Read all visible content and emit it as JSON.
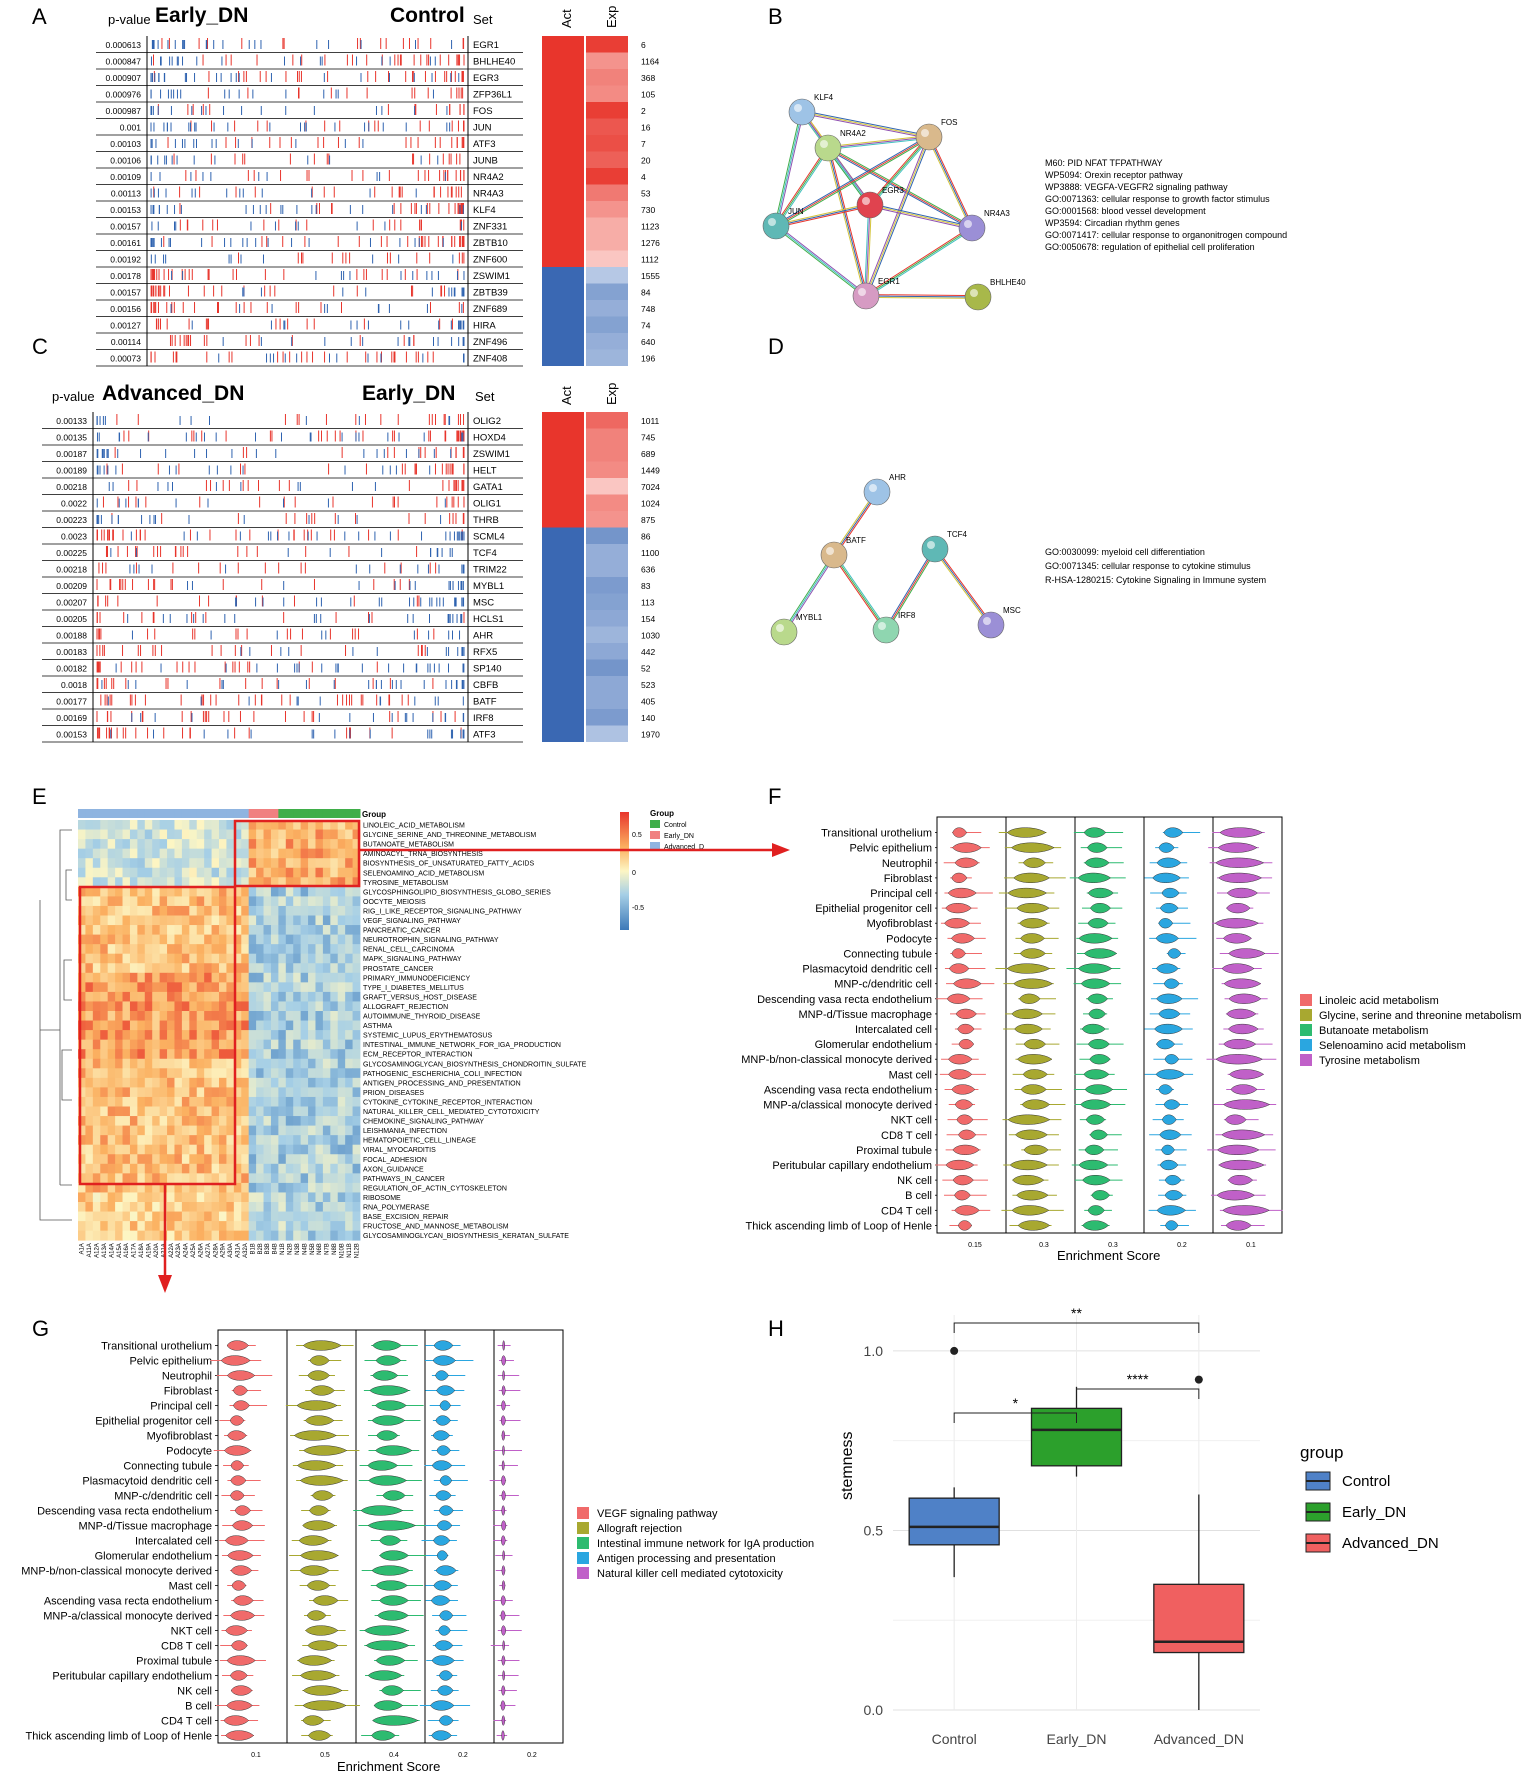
{
  "panelA": {
    "letter": "A",
    "pvalue_label": "p-value",
    "left_group": "Early_DN",
    "right_group": "Control",
    "set_label": "Set",
    "act_label": "Act",
    "exp_label": "Exp",
    "rows": [
      {
        "p": "0.000613",
        "gene": "EGR1",
        "size": "6",
        "act": "up",
        "exp": 0.95
      },
      {
        "p": "0.000847",
        "gene": "BHLHE40",
        "size": "1164",
        "act": "up",
        "exp": 0.45
      },
      {
        "p": "0.000907",
        "gene": "EGR3",
        "size": "368",
        "act": "up",
        "exp": 0.55
      },
      {
        "p": "0.000976",
        "gene": "ZFP36L1",
        "size": "105",
        "act": "up",
        "exp": 0.5
      },
      {
        "p": "0.000987",
        "gene": "FOS",
        "size": "2",
        "act": "up",
        "exp": 0.95
      },
      {
        "p": "0.001",
        "gene": "JUN",
        "size": "16",
        "act": "up",
        "exp": 0.8
      },
      {
        "p": "0.00103",
        "gene": "ATF3",
        "size": "7",
        "act": "up",
        "exp": 0.85
      },
      {
        "p": "0.00106",
        "gene": "JUNB",
        "size": "20",
        "act": "up",
        "exp": 0.75
      },
      {
        "p": "0.00109",
        "gene": "NR4A2",
        "size": "4",
        "act": "up",
        "exp": 0.95
      },
      {
        "p": "0.00113",
        "gene": "NR4A3",
        "size": "53",
        "act": "up",
        "exp": 0.6
      },
      {
        "p": "0.00153",
        "gene": "KLF4",
        "size": "730",
        "act": "up",
        "exp": 0.45
      },
      {
        "p": "0.00157",
        "gene": "ZNF331",
        "size": "1123",
        "act": "up",
        "exp": 0.3
      },
      {
        "p": "0.00161",
        "gene": "ZBTB10",
        "size": "1276",
        "act": "up",
        "exp": 0.3
      },
      {
        "p": "0.00192",
        "gene": "ZNF600",
        "size": "1112",
        "act": "up",
        "exp": 0.15
      },
      {
        "p": "0.00178",
        "gene": "ZSWIM1",
        "size": "1555",
        "act": "down",
        "exp": 0.25
      },
      {
        "p": "0.00157",
        "gene": "ZBTB39",
        "size": "84",
        "act": "down",
        "exp": 0.55
      },
      {
        "p": "0.00156",
        "gene": "ZNF689",
        "size": "748",
        "act": "down",
        "exp": 0.45
      },
      {
        "p": "0.00127",
        "gene": "HIRA",
        "size": "74",
        "act": "down",
        "exp": 0.55
      },
      {
        "p": "0.00114",
        "gene": "ZNF496",
        "size": "640",
        "act": "down",
        "exp": 0.45
      },
      {
        "p": "0.00073",
        "gene": "ZNF408",
        "size": "196",
        "act": "down",
        "exp": 0.4
      }
    ]
  },
  "panelB": {
    "letter": "B",
    "nodes": [
      {
        "label": "KLF4",
        "color": "#9ec3e6"
      },
      {
        "label": "NR4A2",
        "color": "#b9d98c"
      },
      {
        "label": "FOS",
        "color": "#d9b98c"
      },
      {
        "label": "EGR3",
        "color": "#e0434f"
      },
      {
        "label": "JUN",
        "color": "#5fb8b5"
      },
      {
        "label": "NR4A3",
        "color": "#9b8fd6"
      },
      {
        "label": "EGR1",
        "color": "#d69bc3"
      },
      {
        "label": "BHLHE40",
        "color": "#a8b84a"
      }
    ],
    "terms": [
      "M60: PID NFAT TFPATHWAY",
      "WP5094: Orexin receptor pathway",
      "WP3888: VEGFA-VEGFR2 signaling pathway",
      "GO:0071363: cellular response to growth factor stimulus",
      "GO:0001568: blood vessel development",
      "WP3594: Circadian rhythm genes",
      "GO:0071417: cellular response to organonitrogen compound",
      "GO:0050678: regulation of epithelial cell proliferation"
    ]
  },
  "panelC": {
    "letter": "C",
    "pvalue_label": "p-value",
    "left_group": "Advanced_DN",
    "right_group": "Early_DN",
    "set_label": "Set",
    "act_label": "Act",
    "exp_label": "Exp",
    "rows": [
      {
        "p": "0.00133",
        "gene": "OLIG2",
        "size": "1011",
        "act": "up",
        "exp": 0.7
      },
      {
        "p": "0.00135",
        "gene": "HOXD4",
        "size": "745",
        "act": "up",
        "exp": 0.55
      },
      {
        "p": "0.00187",
        "gene": "ZSWIM1",
        "size": "689",
        "act": "up",
        "exp": 0.55
      },
      {
        "p": "0.00189",
        "gene": "HELT",
        "size": "1449",
        "act": "up",
        "exp": 0.5
      },
      {
        "p": "0.00218",
        "gene": "GATA1",
        "size": "7024",
        "act": "up",
        "exp": 0.15
      },
      {
        "p": "0.0022",
        "gene": "OLIG1",
        "size": "1024",
        "act": "up",
        "exp": 0.5
      },
      {
        "p": "0.00223",
        "gene": "THRB",
        "size": "875",
        "act": "up",
        "exp": 0.45
      },
      {
        "p": "0.0023",
        "gene": "SCML4",
        "size": "86",
        "act": "down",
        "exp": 0.65
      },
      {
        "p": "0.00225",
        "gene": "TCF4",
        "size": "1100",
        "act": "down",
        "exp": 0.45
      },
      {
        "p": "0.00218",
        "gene": "TRIM22",
        "size": "636",
        "act": "down",
        "exp": 0.45
      },
      {
        "p": "0.00209",
        "gene": "MYBL1",
        "size": "83",
        "act": "down",
        "exp": 0.6
      },
      {
        "p": "0.00207",
        "gene": "MSC",
        "size": "113",
        "act": "down",
        "exp": 0.55
      },
      {
        "p": "0.00205",
        "gene": "HCLS1",
        "size": "154",
        "act": "down",
        "exp": 0.5
      },
      {
        "p": "0.00188",
        "gene": "AHR",
        "size": "1030",
        "act": "down",
        "exp": 0.4
      },
      {
        "p": "0.00183",
        "gene": "RFX5",
        "size": "442",
        "act": "down",
        "exp": 0.5
      },
      {
        "p": "0.00182",
        "gene": "SP140",
        "size": "52",
        "act": "down",
        "exp": 0.65
      },
      {
        "p": "0.0018",
        "gene": "CBFB",
        "size": "523",
        "act": "down",
        "exp": 0.5
      },
      {
        "p": "0.00177",
        "gene": "BATF",
        "size": "405",
        "act": "down",
        "exp": 0.5
      },
      {
        "p": "0.00169",
        "gene": "IRF8",
        "size": "140",
        "act": "down",
        "exp": 0.6
      },
      {
        "p": "0.00153",
        "gene": "ATF3",
        "size": "1970",
        "act": "down",
        "exp": 0.3
      }
    ]
  },
  "panelD": {
    "letter": "D",
    "nodes": [
      {
        "label": "AHR",
        "color": "#9ec3e6"
      },
      {
        "label": "BATF",
        "color": "#d9b98c"
      },
      {
        "label": "TCF4",
        "color": "#5fb8b5"
      },
      {
        "label": "MYBL1",
        "color": "#b9d98c"
      },
      {
        "label": "IRF8",
        "color": "#8fd6b0"
      },
      {
        "label": "MSC",
        "color": "#9b8fd6"
      }
    ],
    "terms": [
      "GO:0030099: myeloid cell differentiation",
      "GO:0071345: cellular response to cytokine stimulus",
      "R-HSA-1280215: Cytokine Signaling in Immune system"
    ]
  },
  "panelE": {
    "letter": "E",
    "group_title": "Group",
    "legend_title": "Group",
    "legend_items": [
      {
        "label": "Control",
        "color": "#3fae49"
      },
      {
        "label": "Early_DN",
        "color": "#f08080"
      },
      {
        "label": "Advanced_D",
        "color": "#8fb4e0"
      }
    ],
    "scale_ticks": [
      "0.5",
      "0",
      "-0.5"
    ],
    "column_labels": [
      "A1A",
      "A11A",
      "A12A",
      "A13A",
      "A14A",
      "A15A",
      "A16A",
      "A17A",
      "A18A",
      "A19A",
      "A20A",
      "A21A",
      "A22A",
      "A23A",
      "A24A",
      "A25A",
      "A26A",
      "A27A",
      "A28A",
      "A29A",
      "A30A",
      "A31A",
      "A32A",
      "B1B",
      "B2B",
      "B3B",
      "B4B",
      "N1B",
      "N2B",
      "N3B",
      "N4B",
      "N5B",
      "N6B",
      "N7B",
      "N8B",
      "N10B",
      "N11B",
      "N12B"
    ],
    "pathways": [
      "LINOLEIC_ACID_METABOLISM",
      "GLYCINE_SERINE_AND_THREONINE_METABOLISM",
      "BUTANOATE_METABOLISM",
      "AMINOACYL_TRNA_BIOSYNTHESIS",
      "BIOSYNTHESIS_OF_UNSATURATED_FATTY_ACIDS",
      "SELENOAMINO_ACID_METABOLISM",
      "TYROSINE_METABOLISM",
      "GLYCOSPHINGOLIPID_BIOSYNTHESIS_GLOBO_SERIES",
      "OOCYTE_MEIOSIS",
      "RIG_I_LIKE_RECEPTOR_SIGNALING_PATHWAY",
      "VEGF_SIGNALING_PATHWAY",
      "PANCREATIC_CANCER",
      "NEUROTROPHIN_SIGNALING_PATHWAY",
      "RENAL_CELL_CARCINOMA",
      "MAPK_SIGNALING_PATHWAY",
      "PROSTATE_CANCER",
      "PRIMARY_IMMUNODEFICIENCY",
      "TYPE_I_DIABETES_MELLITUS",
      "GRAFT_VERSUS_HOST_DISEASE",
      "ALLOGRAFT_REJECTION",
      "AUTOIMMUNE_THYROID_DISEASE",
      "ASTHMA",
      "SYSTEMIC_LUPUS_ERYTHEMATOSUS",
      "INTESTINAL_IMMUNE_NETWORK_FOR_IGA_PRODUCTION",
      "ECM_RECEPTOR_INTERACTION",
      "GLYCOSAMINOGLYCAN_BIOSYNTHESIS_CHONDROITIN_SULFATE",
      "PATHOGENIC_ESCHERICHIA_COLI_INFECTION",
      "ANTIGEN_PROCESSING_AND_PRESENTATION",
      "PRION_DISEASES",
      "CYTOKINE_CYTOKINE_RECEPTOR_INTERACTION",
      "NATURAL_KILLER_CELL_MEDIATED_CYTOTOXICITY",
      "CHEMOKINE_SIGNALING_PATHWAY",
      "LEISHMANIA_INFECTION",
      "HEMATOPOIETIC_CELL_LINEAGE",
      "VIRAL_MYOCARDITIS",
      "FOCAL_ADHESION",
      "AXON_GUIDANCE",
      "PATHWAYS_IN_CANCER",
      "REGULATION_OF_ACTIN_CYTOSKELETON",
      "RIBOSOME",
      "RNA_POLYMERASE",
      "BASE_EXCISION_REPAIR",
      "FRUCTOSE_AND_MANNOSE_METABOLISM",
      "GLYCOSAMINOGLYCAN_BIOSYNTHESIS_KERATAN_SULFATE"
    ]
  },
  "cell_types": [
    "Transitional urothelium",
    "Pelvic epithelium",
    "Neutrophil",
    "Fibroblast",
    "Principal cell",
    "Epithelial progenitor cell",
    "Myofibroblast",
    "Podocyte",
    "Connecting tubule",
    "Plasmacytoid dendritic cell",
    "MNP-c/dendritic cell",
    "Descending vasa recta endothelium",
    "MNP-d/Tissue macrophage",
    "Intercalated cell",
    "Glomerular endothelium",
    "MNP-b/non-classical monocyte derived",
    "Mast cell",
    "Ascending vasa recta endothelium",
    "MNP-a/classical monocyte derived",
    "NKT cell",
    "CD8 T cell",
    "Proximal tubule",
    "Peritubular capillary endothelium",
    "NK cell",
    "B cell",
    "CD4 T cell",
    "Thick ascending limb of Loop of Henle"
  ],
  "panelF": {
    "letter": "F",
    "xlabel": "Enrichment Score",
    "ticks": [
      "0.15",
      "0.3",
      "0.3",
      "0.2",
      "0.1"
    ],
    "legend": [
      {
        "label": "Linoleic acid metabolism",
        "color": "#f06a6a"
      },
      {
        "label": "Glycine, serine and threonine metabolism",
        "color": "#a8a830"
      },
      {
        "label": "Butanoate metabolism",
        "color": "#2dbb70"
      },
      {
        "label": "Selenoamino acid metabolism",
        "color": "#2aa6e0"
      },
      {
        "label": "Tyrosine metabolism",
        "color": "#c060c8"
      }
    ]
  },
  "panelG": {
    "letter": "G",
    "xlabel": "Enrichment  Score",
    "ticks": [
      "0.1",
      "0.5",
      "0.4",
      "0.2",
      "0.2"
    ],
    "legend": [
      {
        "label": "VEGF signaling pathway",
        "color": "#f06a6a"
      },
      {
        "label": "Allograft rejection",
        "color": "#a8a830"
      },
      {
        "label": "Intestinal immune network for IgA production",
        "color": "#2dbb70"
      },
      {
        "label": "Antigen processing and presentation",
        "color": "#2aa6e0"
      },
      {
        "label": "Natural killer cell mediated cytotoxicity",
        "color": "#c060c8"
      }
    ]
  },
  "chart_data": {
    "type": "box",
    "title": "",
    "xlabel": "",
    "ylabel": "stemness",
    "categories": [
      "Control",
      "Early_DN",
      "Advanced_DN"
    ],
    "ylim": [
      0.0,
      1.1
    ],
    "yticks": [
      "0.0",
      "0.5",
      "1.0"
    ],
    "legend_title": "group",
    "legend_position": "right",
    "grid": true,
    "series": [
      {
        "name": "Control",
        "color": "#4f81c7",
        "whisker_low": 0.37,
        "q1": 0.46,
        "median": 0.51,
        "q3": 0.59,
        "whisker_high": 0.62,
        "outliers": [
          1.0
        ]
      },
      {
        "name": "Early_DN",
        "color": "#2ca02c",
        "whisker_low": 0.65,
        "q1": 0.68,
        "median": 0.78,
        "q3": 0.84,
        "whisker_high": 0.9,
        "outliers": []
      },
      {
        "name": "Advanced_DN",
        "color": "#f06060",
        "whisker_low": 0.0,
        "q1": 0.16,
        "median": 0.19,
        "q3": 0.35,
        "whisker_high": 0.6,
        "outliers": [
          0.92
        ]
      }
    ],
    "significance": [
      {
        "from": "Control",
        "to": "Early_DN",
        "label": "*"
      },
      {
        "from": "Early_DN",
        "to": "Advanced_DN",
        "label": "****"
      },
      {
        "from": "Control",
        "to": "Advanced_DN",
        "label": "**"
      }
    ],
    "panel_letter": "H"
  }
}
